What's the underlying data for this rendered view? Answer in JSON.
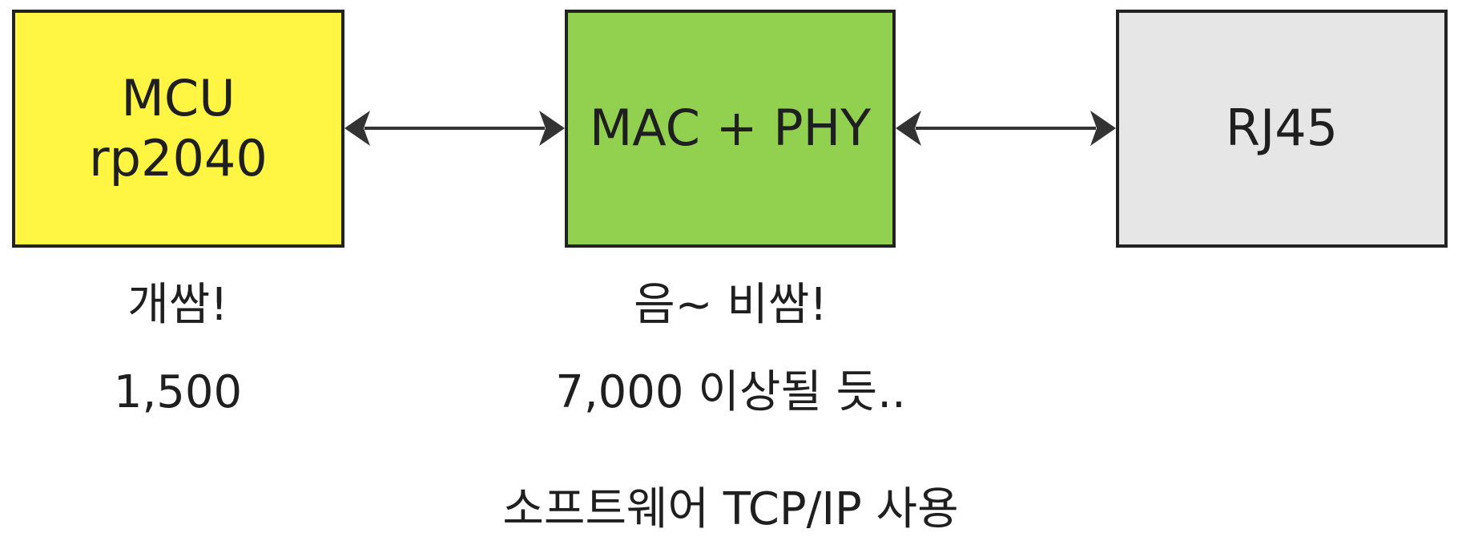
{
  "diagram": {
    "colors": {
      "mcu_fill": "#fff542",
      "macphy_fill": "#92d050",
      "rj45_fill": "#e6e6e6",
      "border": "#222222",
      "text": "#1f1f1f",
      "arrow": "#333333"
    },
    "boxes": {
      "mcu": {
        "line1": "MCU",
        "line2": "rp2040"
      },
      "macphy": {
        "line1": "MAC + PHY"
      },
      "rj45": {
        "line1": "RJ45"
      }
    },
    "annotations": {
      "mcu_comment": "개쌈!",
      "mcu_price": "1,500",
      "macphy_comment": "음~ 비쌈!",
      "macphy_price": "7,000 이상될 듯..",
      "footnote": "소프트웨어 TCP/IP 사용"
    },
    "connections": [
      {
        "from": "mcu",
        "to": "macphy",
        "direction": "bidirectional"
      },
      {
        "from": "macphy",
        "to": "rj45",
        "direction": "bidirectional"
      }
    ]
  }
}
